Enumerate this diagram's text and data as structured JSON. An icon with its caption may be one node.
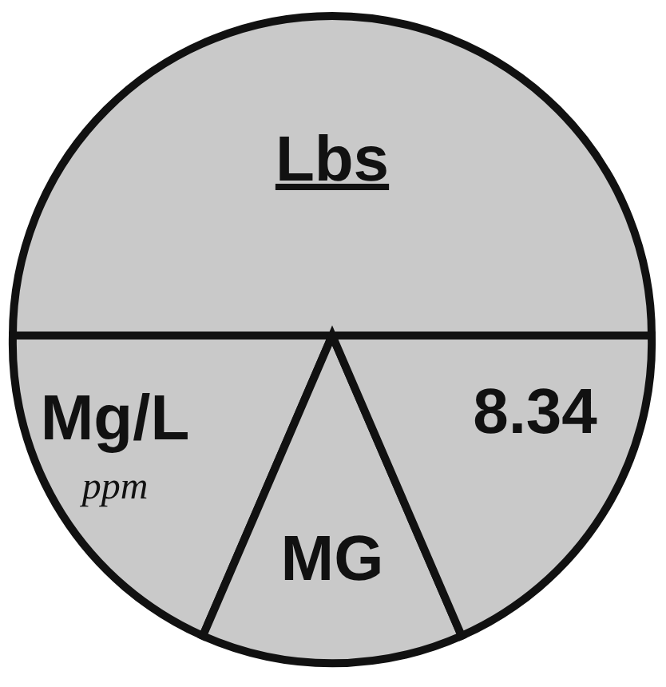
{
  "diagram": {
    "nodes": [
      {
        "text": [
          "Lbs"
        ]
      },
      {
        "text": [
          "Mg/L",
          "ppm"
        ]
      },
      {
        "text": [
          "MG"
        ]
      },
      {
        "text": [
          "8.34"
        ]
      }
    ]
  }
}
